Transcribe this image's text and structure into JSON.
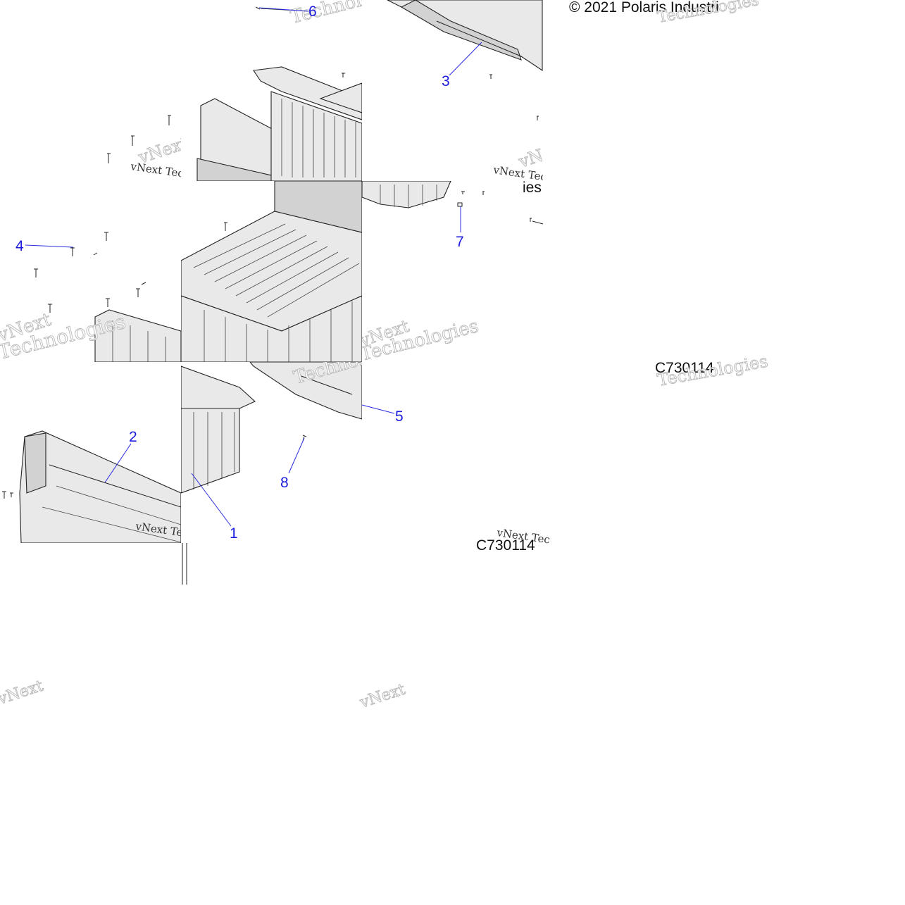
{
  "copyright": "© 2021 Polaris Industri",
  "copyright_fragment": "ies Inc.",
  "drawing_code": "C730114",
  "drawing_code_fragment": "C730114",
  "watermark": {
    "brand": "vNext",
    "line1": "vNext Tec",
    "line2": "Technologies"
  },
  "callouts": [
    "1",
    "2",
    "3",
    "4",
    "5",
    "6",
    "7",
    "8"
  ],
  "colors": {
    "callout": "#1a1adf",
    "line": "#222222",
    "part_fill": "#e9e9e9"
  }
}
